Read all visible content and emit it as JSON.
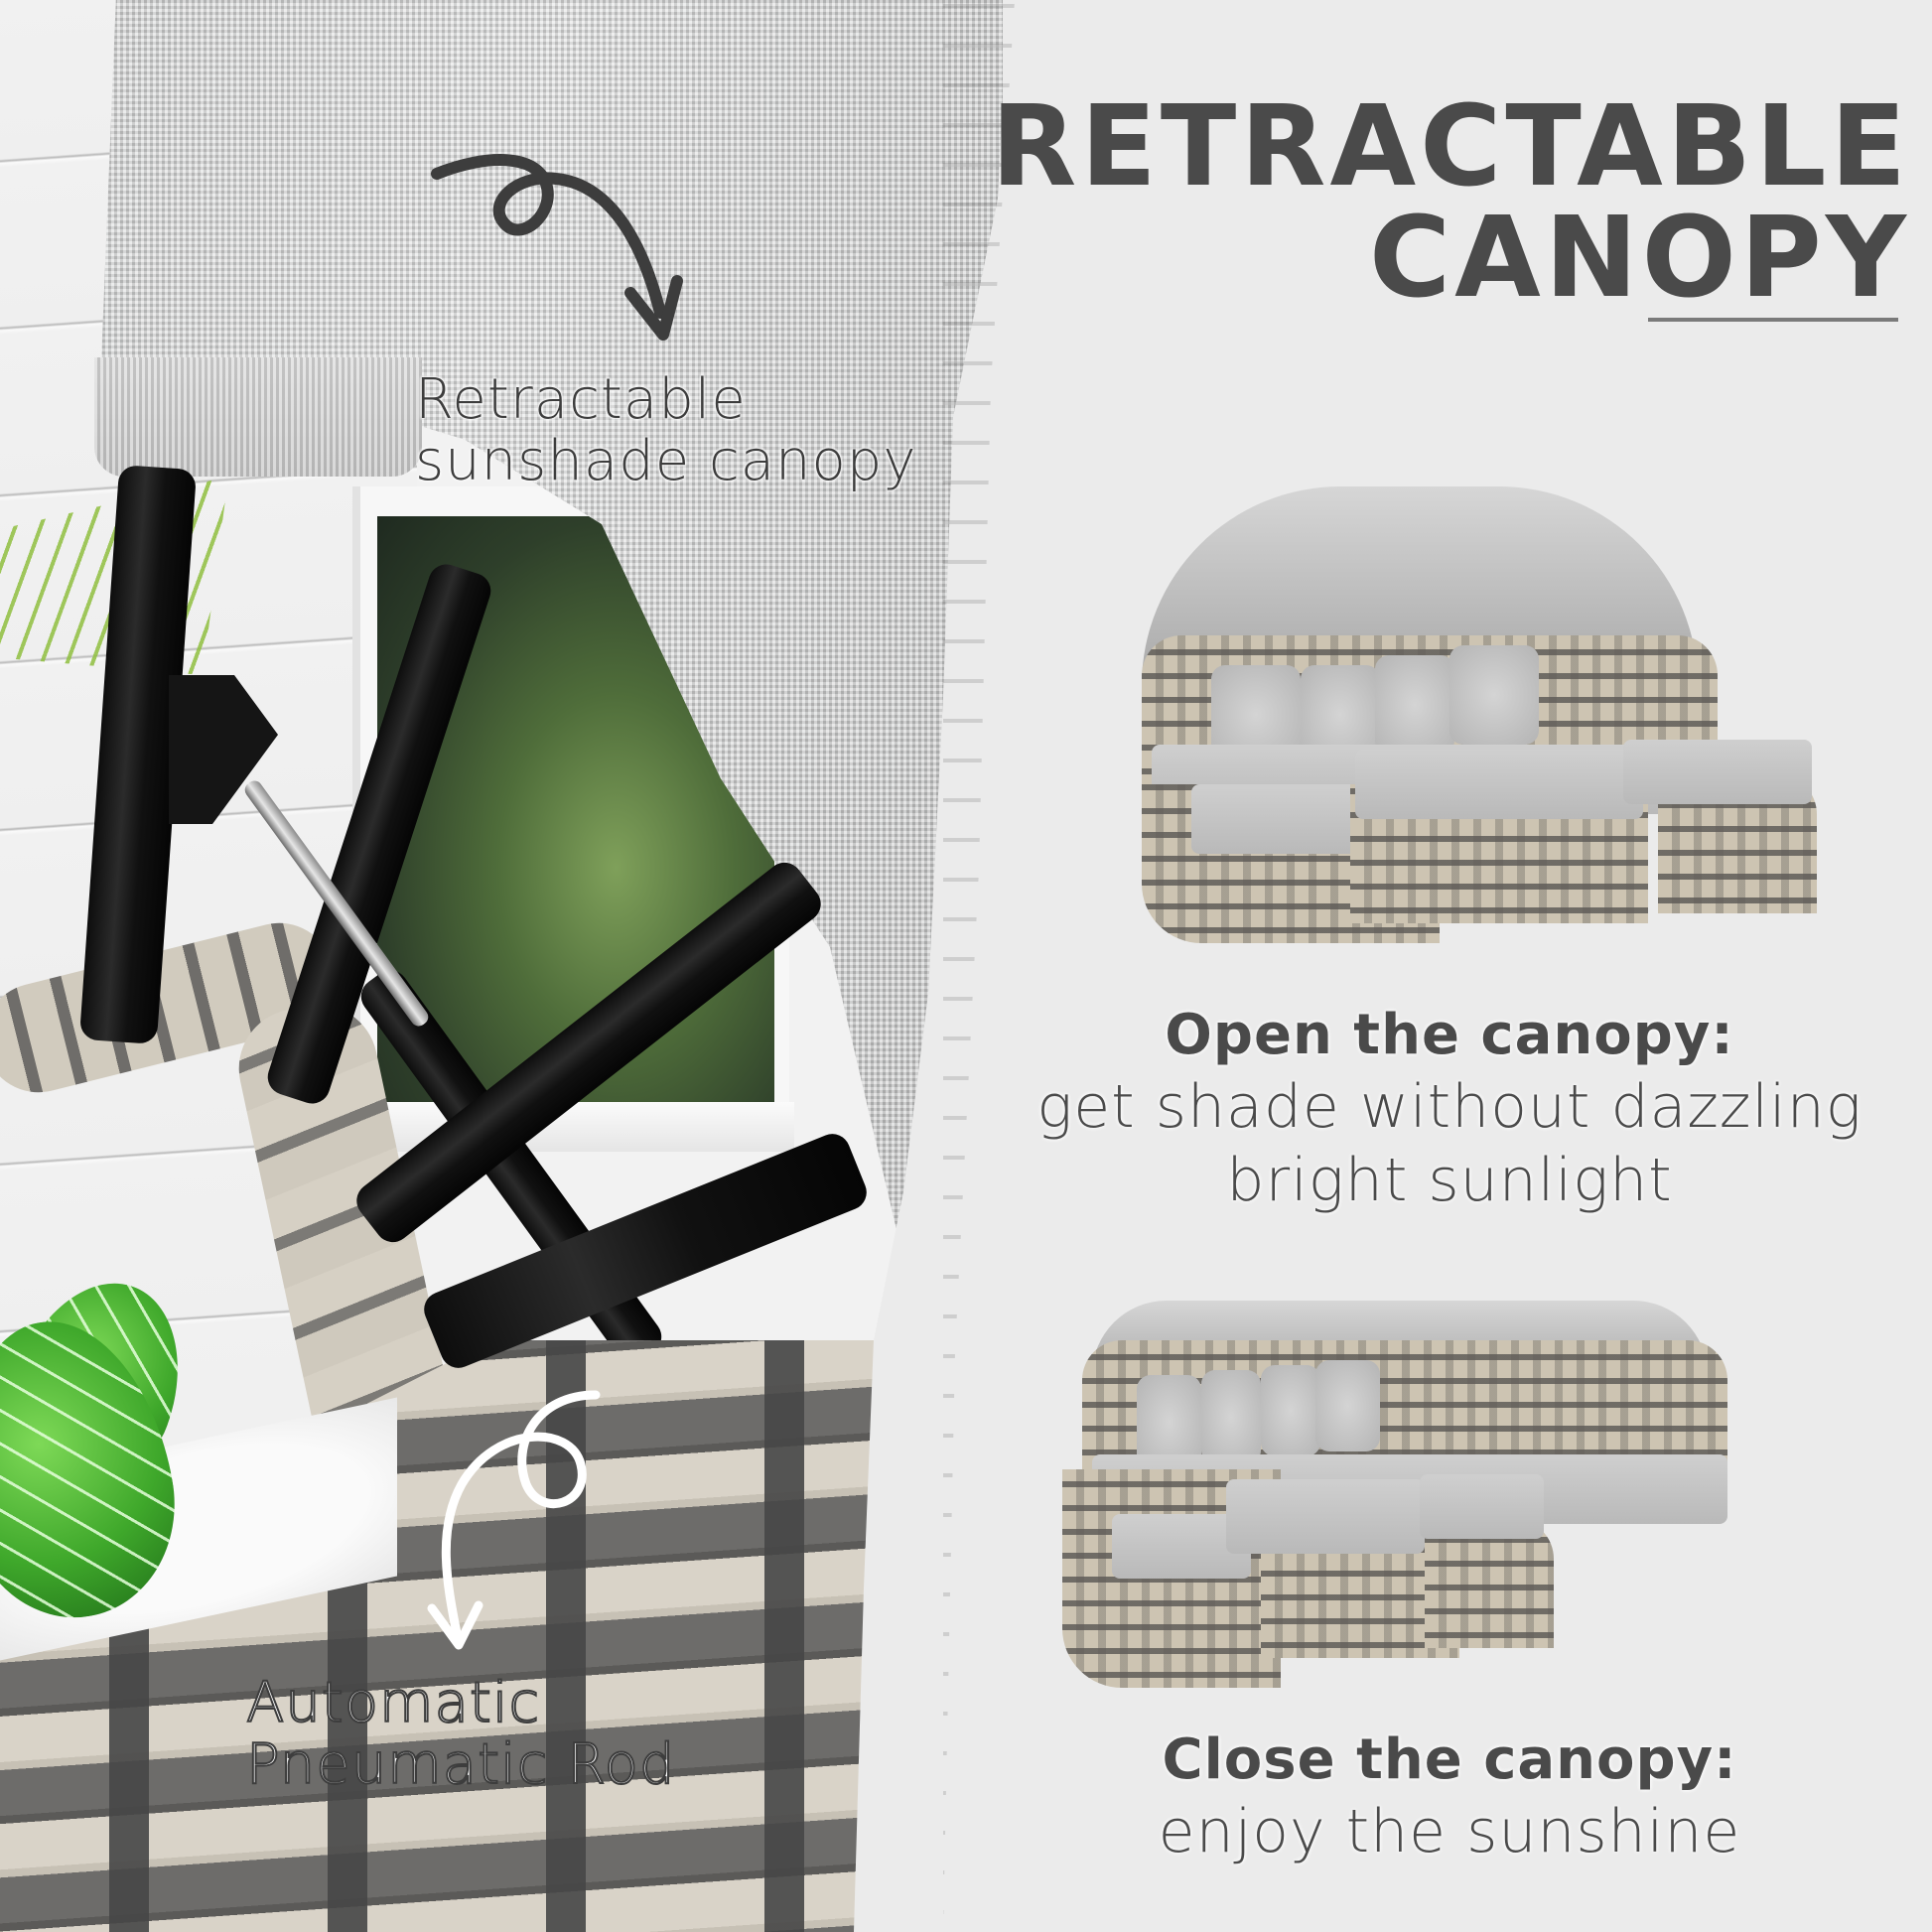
{
  "headline": {
    "line1": "RETRACTABLE",
    "line2": "CANOPY"
  },
  "photo": {
    "annotations": {
      "canopy": {
        "line1": "Retractable",
        "line2": "sunshade canopy",
        "icon": "curly-arrow-down-icon"
      },
      "rod": {
        "line1": "Automatic",
        "line2": "Pneumatic Rod",
        "icon": "curly-arrow-down-icon"
      }
    }
  },
  "panels": [
    {
      "state": "open",
      "title": "Open the canopy:",
      "desc_line1": "get shade without dazzling",
      "desc_line2": "bright sunlight"
    },
    {
      "state": "closed",
      "title": "Close the canopy:",
      "desc_line1": "enjoy the sunshine"
    }
  ],
  "colors": {
    "background": "#ebebeb",
    "text_dark": "#4a4a4a",
    "rule": "#7a7a7a",
    "cushion": "#c4c4c4",
    "rattan_light": "#cdc4b2",
    "rattan_dark": "#5f5c58"
  }
}
